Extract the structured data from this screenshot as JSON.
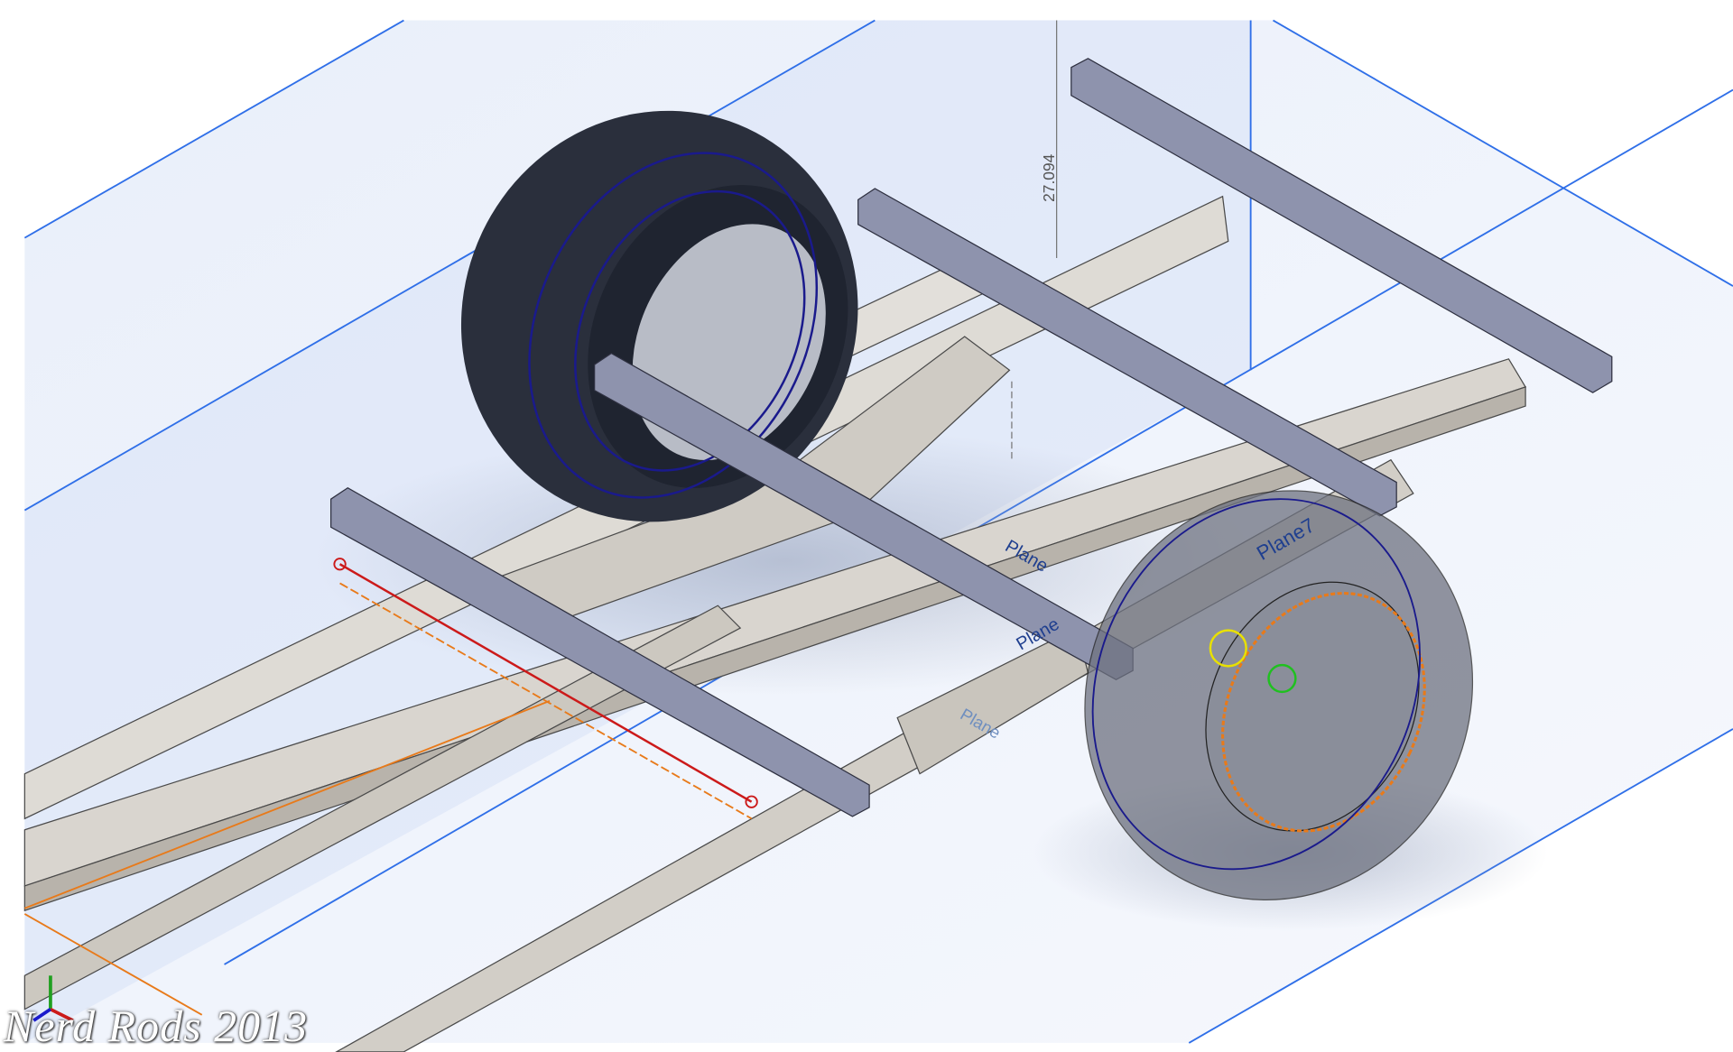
{
  "viewport": {
    "dimension_value": "27.094",
    "planes": [
      "Plane7",
      "Plane",
      "Plane",
      "Plane"
    ],
    "watermark": "Nerd Rods 2013"
  },
  "colors": {
    "plane_fill": "#dfe8f8",
    "plane_edge": "#2f6fe8",
    "frame": "#d9d5cf",
    "crossbar": "#8e93ad",
    "tire": "#2a2f3c",
    "sketch_blue": "#1a1a8c",
    "sketch_orange": "#e87a1a",
    "sketch_red": "#cc1a1a"
  }
}
